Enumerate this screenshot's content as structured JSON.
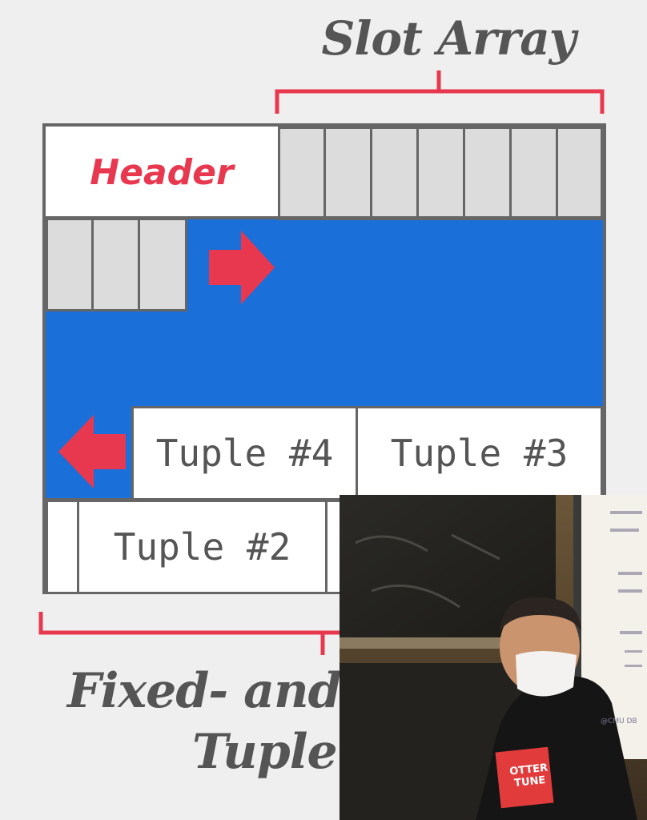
{
  "slide": {
    "title_top": "Slot Array",
    "header_label": "Header",
    "tuples": [
      "Tuple #4",
      "Tuple #3",
      "Tuple #2"
    ],
    "caption_line1": "Fixed- and V",
    "caption_line2": "Tuple"
  },
  "video": {
    "speaker_shirt_text": "OTTER TUNE",
    "projector_watermark": "@CMU DB"
  },
  "colors": {
    "accent_red": "#e8384f",
    "free_space_blue": "#1b6fd8",
    "slot_gray": "#dcdcdc",
    "border_gray": "#666666"
  }
}
